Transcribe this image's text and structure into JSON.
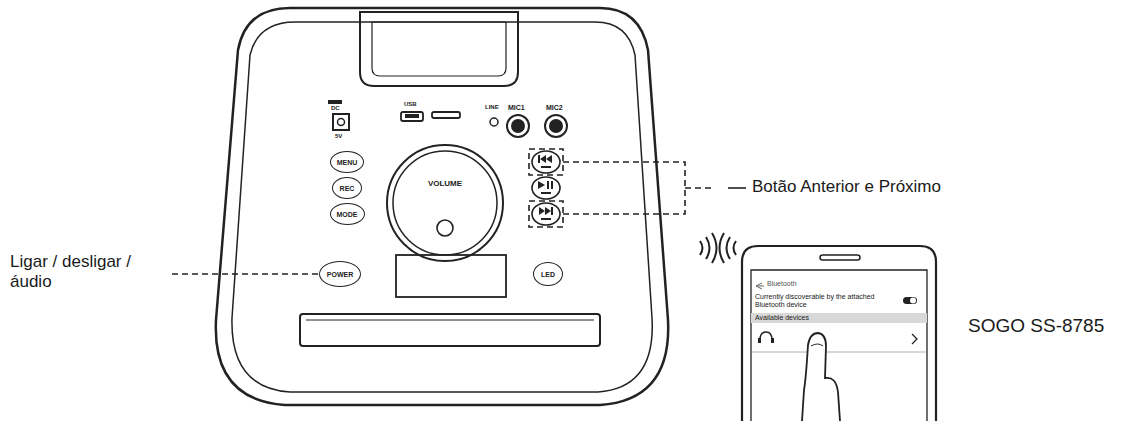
{
  "diagram": {
    "nodes": [
      {
        "text": [
          "MENU"
        ]
      },
      {
        "text": [
          "REC"
        ]
      },
      {
        "text": [
          "MODE"
        ]
      },
      {
        "text": [
          "VOLUME"
        ]
      },
      {
        "text": [
          "POWER"
        ]
      },
      {
        "text": [
          "LED"
        ]
      }
    ],
    "labels": [
      "DC",
      "5V",
      "USB",
      "LINE",
      "MIC1",
      "MIC2",
      "Botão Anterior e Próximo",
      "Ligar / desligar / áudio",
      "Bluetooth",
      "Currently discoverable by the attached Bluetooth device",
      "Available devices",
      "SOGO SS-8785"
    ]
  }
}
